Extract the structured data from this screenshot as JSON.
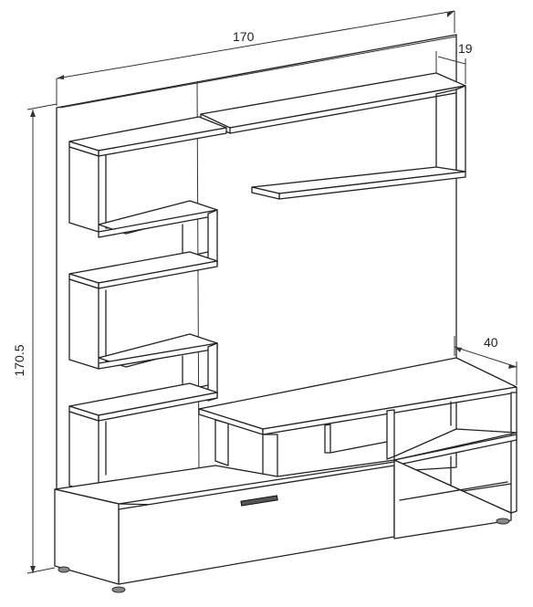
{
  "dimensions": {
    "width": "170",
    "height": "170.5",
    "top_shelf_depth": "19",
    "tv_unit_depth": "40"
  }
}
